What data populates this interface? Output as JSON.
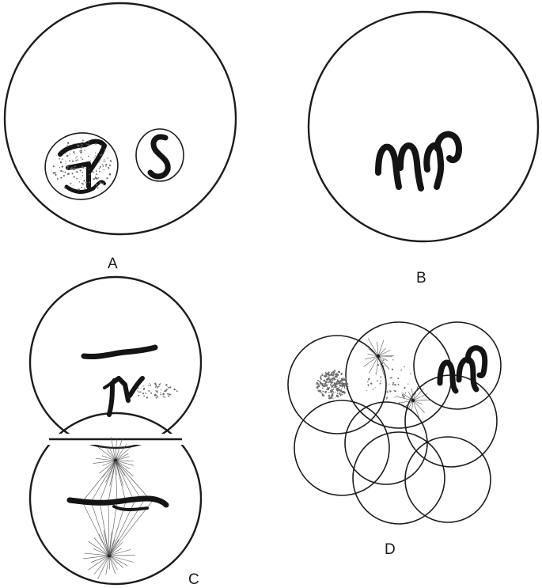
{
  "figure": {
    "panels": [
      {
        "id": "A",
        "label": "A"
      },
      {
        "id": "B",
        "label": "B"
      },
      {
        "id": "C",
        "label": "C"
      },
      {
        "id": "D",
        "label": "D"
      }
    ]
  },
  "colors": {
    "ink": "#1c1c1c",
    "background": "#ffffff"
  }
}
